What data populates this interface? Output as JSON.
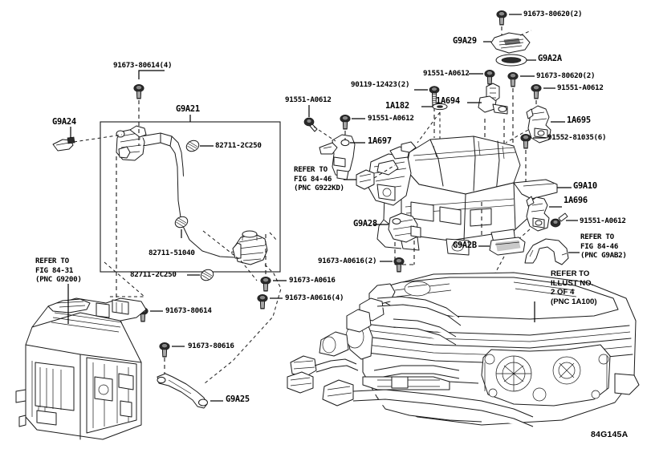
{
  "figure": {
    "code": "84G145A",
    "title": "Toyota exploded parts diagram"
  },
  "labels": {
    "bolt_91673_80614_4": "91673-80614(4)",
    "part_G9A21": "G9A21",
    "part_G9A24": "G9A24",
    "clamp_82711_2C250_top": "82711-2C250",
    "clamp_82711_51040": "82711-51040",
    "clamp_82711_2C250_bottom": "82711-2C250",
    "refer_fig84_31": "REFER TO\nFIG 84-31\n(PNC G9200)",
    "bolt_91673_80614": "91673-80614",
    "bolt_91673_80616": "91673-80616",
    "part_G9A25": "G9A25",
    "bolt_91673_A0616_4": "91673-A0616(4)",
    "bolt_91673_A0616_right": "91673-A0616",
    "bolt_91551_A0612_far_left": "91551-A0612",
    "bolt_91551_A0612_left": "91551-A0612",
    "part_1A697": "1A697",
    "refer_fig84_46_g922kd": "REFER TO\nFIG 84-46\n(PNC G922KD)",
    "bolt_90119_12423_2": "90119-12423(2)",
    "part_1A182": "1A182",
    "bolt_91551_A0612_mid": "91551-A0612",
    "part_1A694": "1A694",
    "bolt_91673_80620_2_top": "91673-80620(2)",
    "part_G9A29": "G9A29",
    "part_G9A2A": "G9A2A",
    "bolt_91673_80620_2_lower": "91673-80620(2)",
    "bolt_91551_A0612_right": "91551-A0612",
    "part_1A695": "1A695",
    "bolt_91552_81035_6": "91552-81035(6)",
    "part_G9A10": "G9A10",
    "part_1A696": "1A696",
    "bolt_91551_A0612_1a696": "91551-A0612",
    "refer_fig84_46_g9ab2": "REFER TO\nFIG 84-46\n(PNC G9AB2)",
    "part_G9A28": "G9A28",
    "bolt_91673_A0616_2": "91673-A0616(2)",
    "part_G9A2B": "G9A2B",
    "refer_illust_2of4": "REFER TO\nILLUST NO.\n2 OF 4\n(PNC 1A100)"
  },
  "colors": {
    "line": "#1a1a1a",
    "background": "#ffffff",
    "fill_light": "#f5f5f5"
  }
}
